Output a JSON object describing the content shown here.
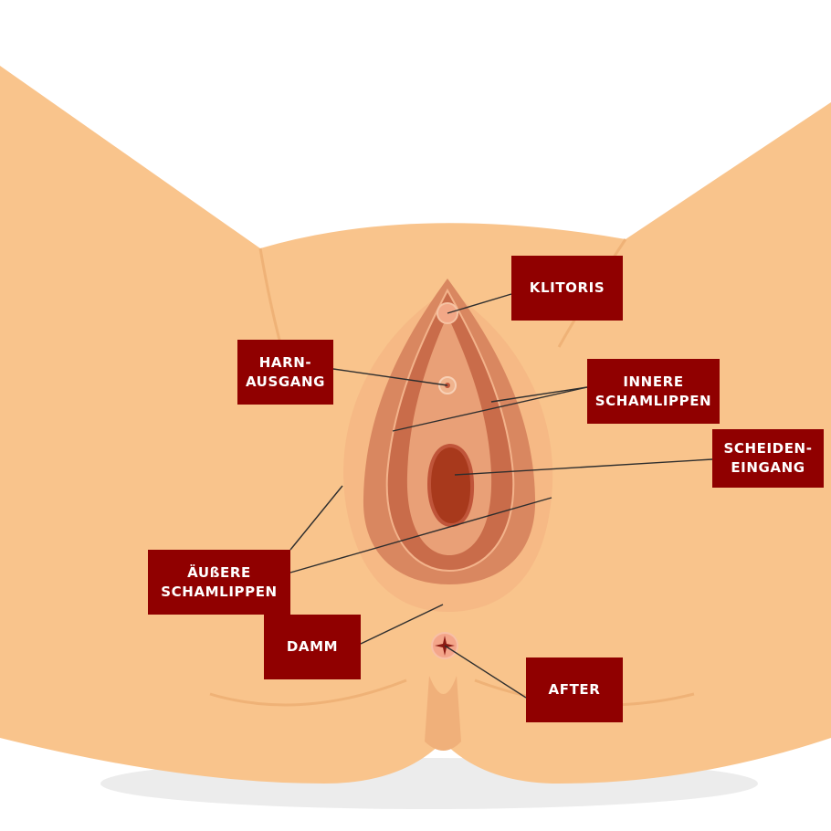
{
  "colors": {
    "background": "#ffffff",
    "skin": "#f9c48c",
    "skin_shadow": "#f0b479",
    "label_background": "#900000",
    "label_text": "#ffffff",
    "leader_line": "#2e2e2e",
    "inner_dark": "#a8391c",
    "inner_mid": "#c96c4a",
    "inner_light": "#e9a077"
  },
  "labels": {
    "klitoris": {
      "lines": [
        "KLITORIS"
      ]
    },
    "harnausgang": {
      "lines": [
        "HARN-",
        "AUSGANG"
      ]
    },
    "innere_schamlippen": {
      "lines": [
        "INNERE",
        "SCHAMLIPPEN"
      ]
    },
    "scheideneingang": {
      "lines": [
        "SCHEIDEN-",
        "EINGANG"
      ]
    },
    "aeussere_schamlippen": {
      "lines": [
        "ÄUßERE",
        "SCHAMLIPPEN"
      ]
    },
    "damm": {
      "lines": [
        "DAMM"
      ]
    },
    "after": {
      "lines": [
        "AFTER"
      ]
    }
  }
}
